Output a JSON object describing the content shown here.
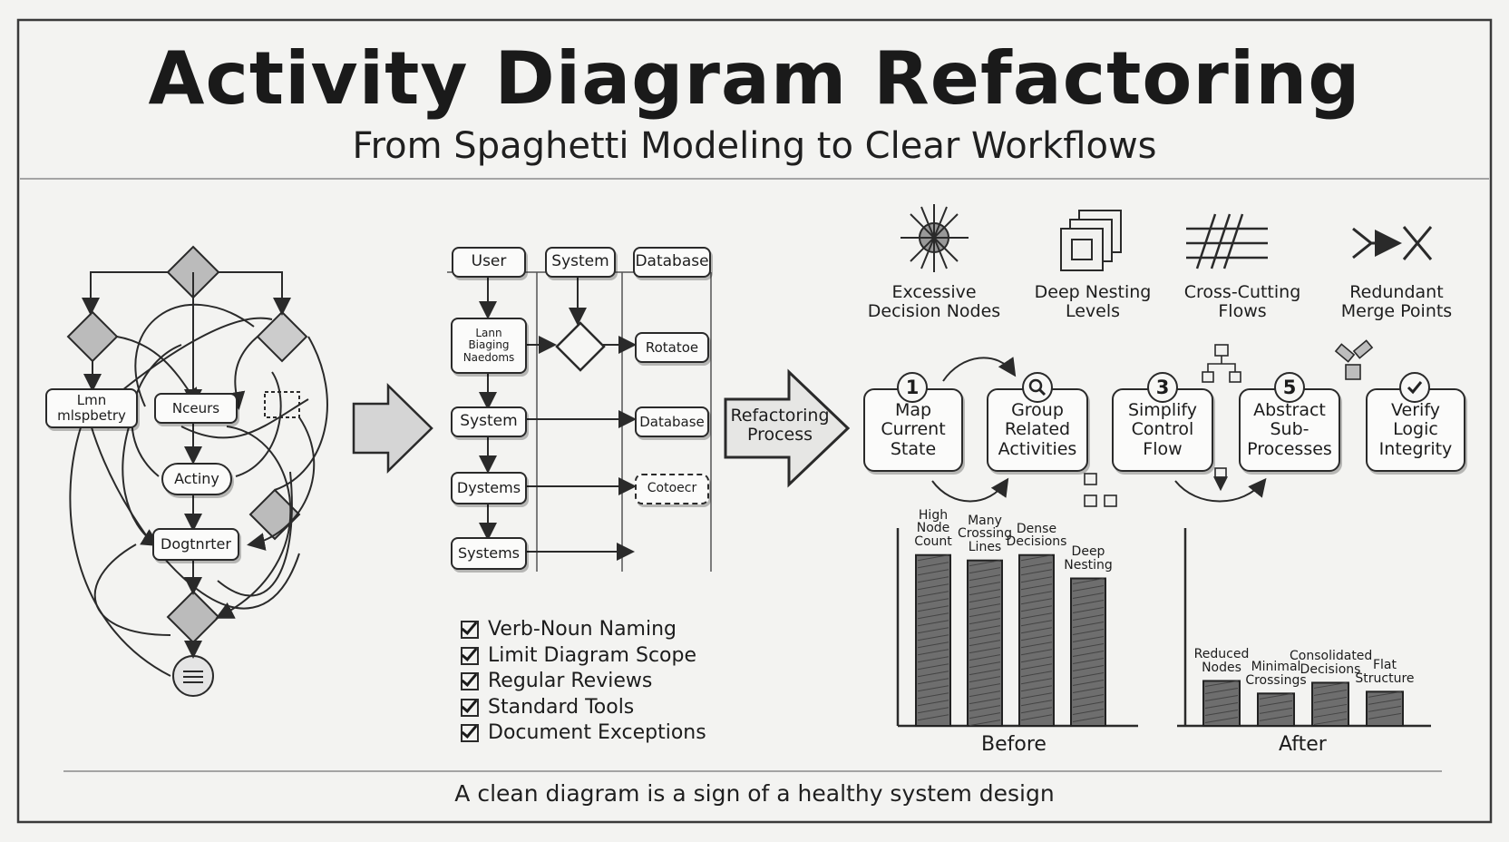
{
  "header": {
    "title": "Activity Diagram Refactoring",
    "subtitle": "From Spaghetti Modeling to Clear Workflows"
  },
  "spaghetti": {
    "nodes": [
      "Lmn\nmlspbetry",
      "Nceurs",
      "Actiny",
      "Dogtnrter"
    ]
  },
  "swimlanes": {
    "headers": [
      "User",
      "System",
      "Database"
    ],
    "left_nodes": [
      "Lann\nBiaging\nNaedoms",
      "System",
      "Dystems",
      "Systems"
    ],
    "right_nodes": [
      "Rotatoe",
      "Database",
      "Cotoecr"
    ]
  },
  "best_practices": [
    "Verb-Noun Naming",
    "Limit Diagram Scope",
    "Regular Reviews",
    "Standard Tools",
    "Document Exceptions"
  ],
  "refactor_arrow_label": "Refactoring\nProcess",
  "problems": [
    {
      "icon": "starburst-icon",
      "label": "Excessive\nDecision Nodes"
    },
    {
      "icon": "nested-squares-icon",
      "label": "Deep Nesting\nLevels"
    },
    {
      "icon": "crossing-lines-icon",
      "label": "Cross-Cutting\nFlows"
    },
    {
      "icon": "merge-arrows-icon",
      "label": "Redundant\nMerge Points"
    }
  ],
  "steps": [
    {
      "num": "1",
      "label": "Map\nCurrent\nState"
    },
    {
      "num": "",
      "label": "Group\nRelated\nActivities"
    },
    {
      "num": "3",
      "label": "Simplify\nControl\nFlow"
    },
    {
      "num": "5",
      "label": "Abstract\nSub-\nProcesses"
    },
    {
      "num": "",
      "label": "Verify\nLogic\nIntegrity"
    }
  ],
  "footer": "A clean diagram is a sign of a healthy system design",
  "chart_data": [
    {
      "type": "bar",
      "xlabel": "Before",
      "categories": [
        "High\nNode\nCount",
        "Many\nCrossing\nLines",
        "Dense\nDecisions",
        "Deep\nNesting"
      ],
      "values": [
        95,
        92,
        95,
        82
      ],
      "ylim": [
        0,
        110
      ]
    },
    {
      "type": "bar",
      "xlabel": "After",
      "categories": [
        "Reduced\nNodes",
        "Minimal\nCrossings",
        "Consolidated\nDecisions",
        "Flat\nStructure"
      ],
      "values": [
        25,
        18,
        24,
        19
      ],
      "ylim": [
        0,
        110
      ]
    }
  ]
}
